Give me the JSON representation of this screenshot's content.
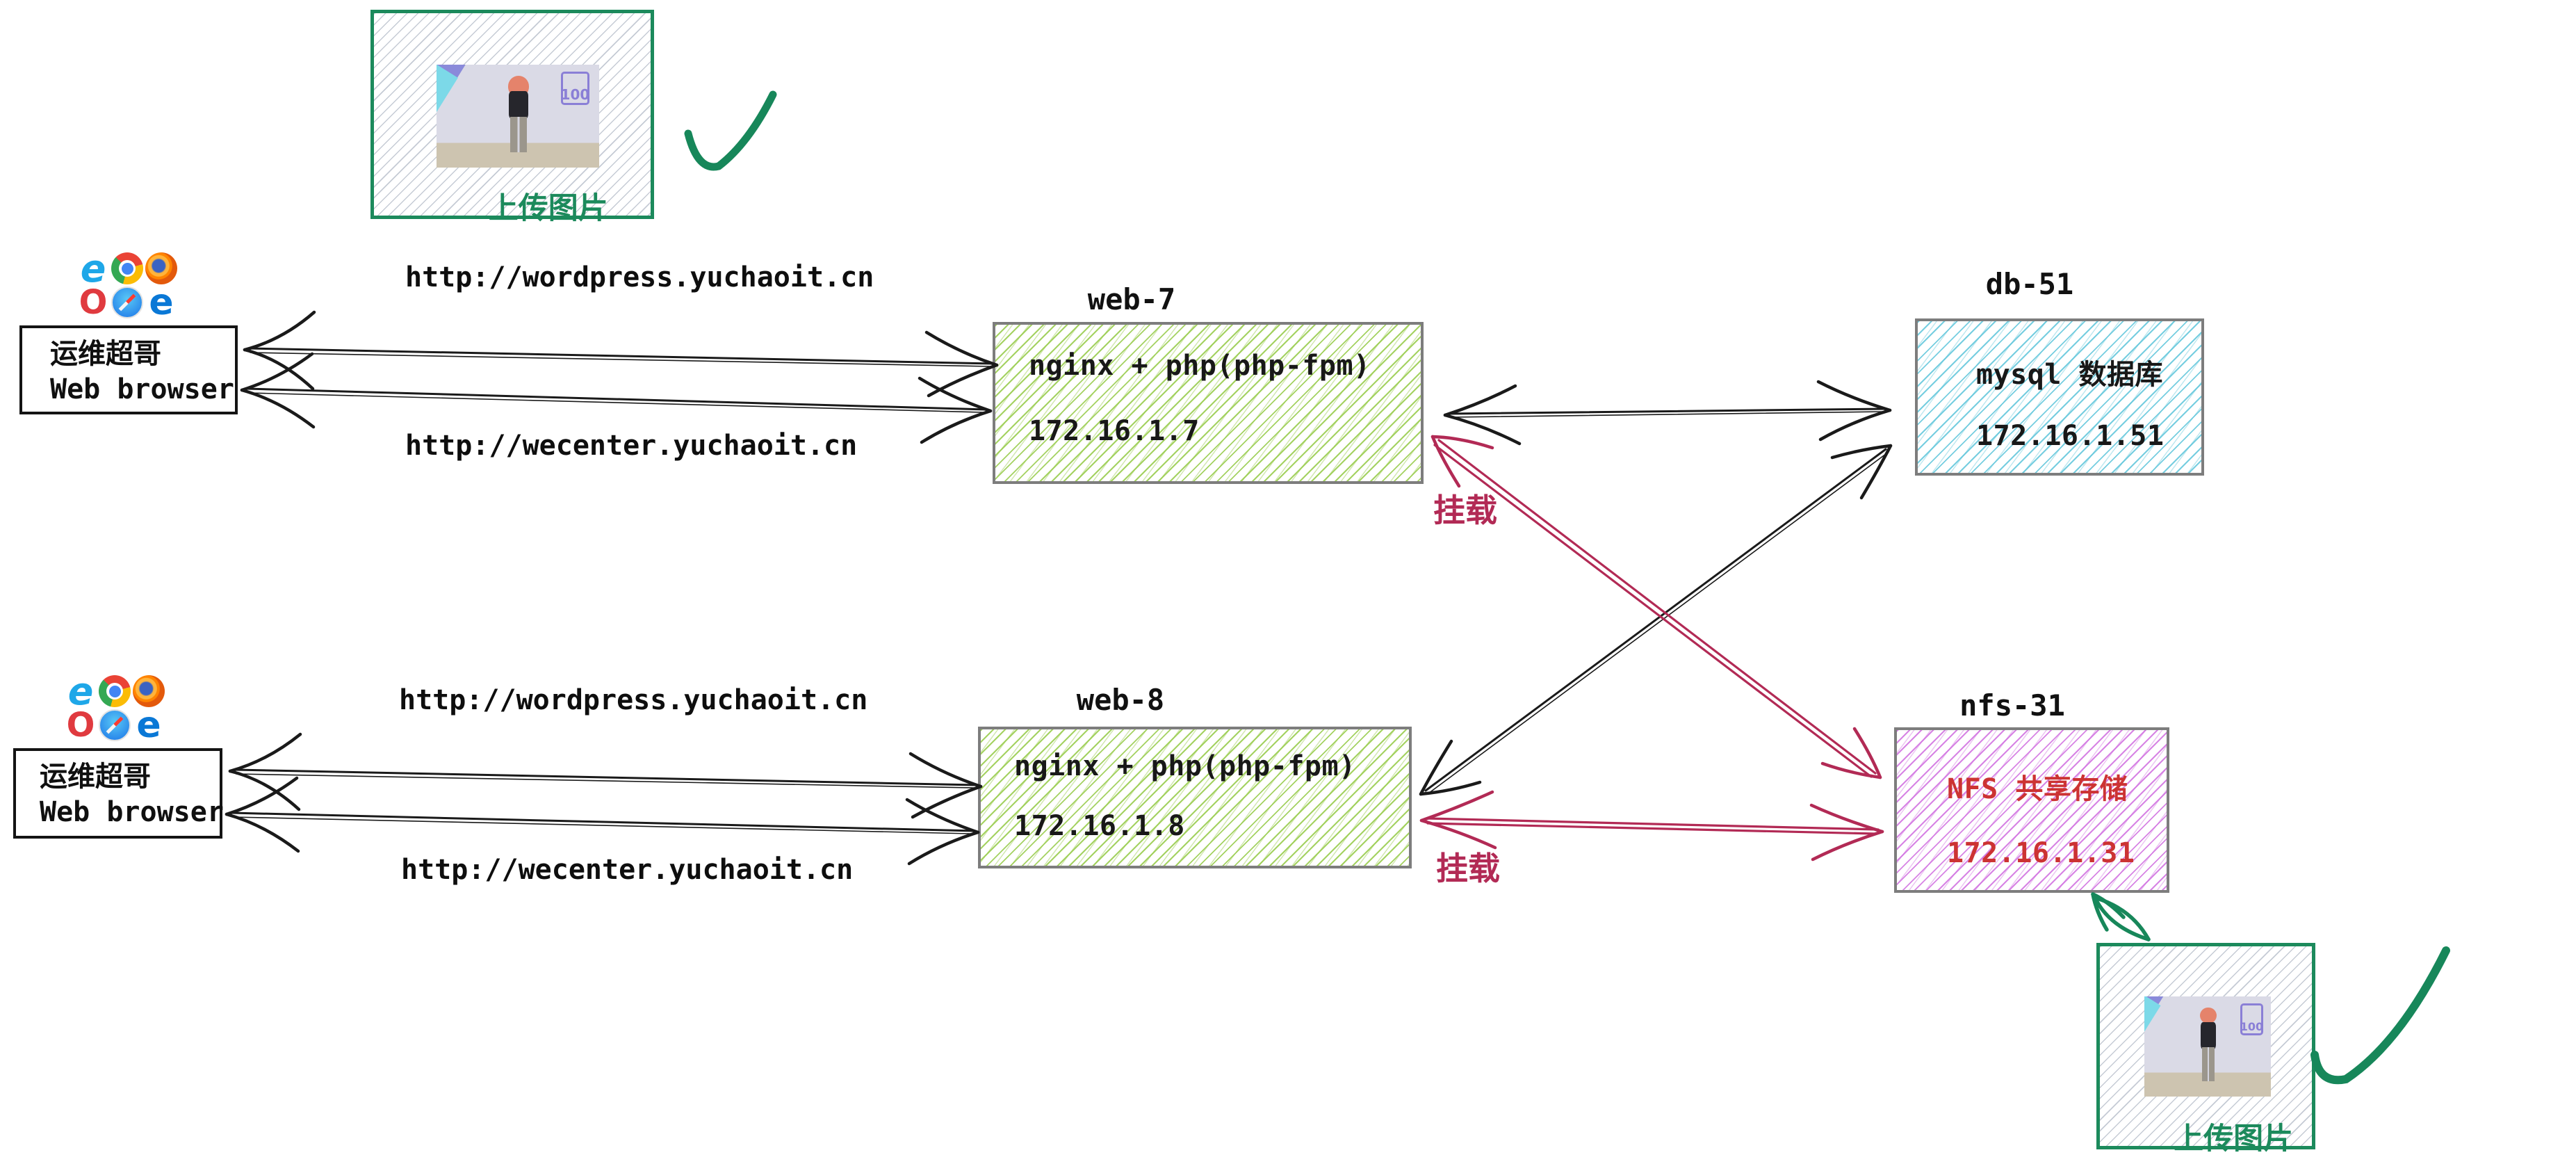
{
  "colors": {
    "green_accent": "#1c8a5c",
    "black_arrow": "#1a1a1a",
    "crimson_arrow": "#b22a55",
    "nfs_text_red": "#cc3333",
    "web_hatch_green": "#9acd50",
    "db_hatch_cyan": "#5ec5da",
    "nfs_hatch_violet": "#d06ee0",
    "box_border_gray": "#7d7d7d"
  },
  "upload_top": {
    "label": "上传图片",
    "badge": "100"
  },
  "upload_bottom": {
    "label": "上传图片",
    "badge": "100"
  },
  "browser_top": {
    "line1": "运维超哥",
    "line2": "Web browser"
  },
  "browser_bottom": {
    "line1": "运维超哥",
    "line2": "Web browser"
  },
  "browser_icons": [
    {
      "name": "internet-explorer",
      "glyph": "e"
    },
    {
      "name": "chrome"
    },
    {
      "name": "firefox"
    },
    {
      "name": "opera",
      "glyph": "O"
    },
    {
      "name": "safari"
    },
    {
      "name": "edge",
      "glyph": "e"
    }
  ],
  "urls": {
    "top_wordpress": "http://wordpress.yuchaoit.cn",
    "top_wecenter": "http://wecenter.yuchaoit.cn",
    "bottom_wordpress": "http://wordpress.yuchaoit.cn",
    "bottom_wecenter": "http://wecenter.yuchaoit.cn"
  },
  "servers": {
    "web7": {
      "title": "web-7",
      "stack": "nginx + php(php-fpm)",
      "ip": "172.16.1.7"
    },
    "web8": {
      "title": "web-8",
      "stack": "nginx + php(php-fpm)",
      "ip": "172.16.1.8"
    },
    "db51": {
      "title": "db-51",
      "service": "mysql 数据库",
      "ip": "172.16.1.51"
    },
    "nfs31": {
      "title": "nfs-31",
      "service": "NFS 共享存储",
      "ip": "172.16.1.31"
    }
  },
  "mount_labels": {
    "web7": "挂载",
    "web8": "挂载"
  }
}
